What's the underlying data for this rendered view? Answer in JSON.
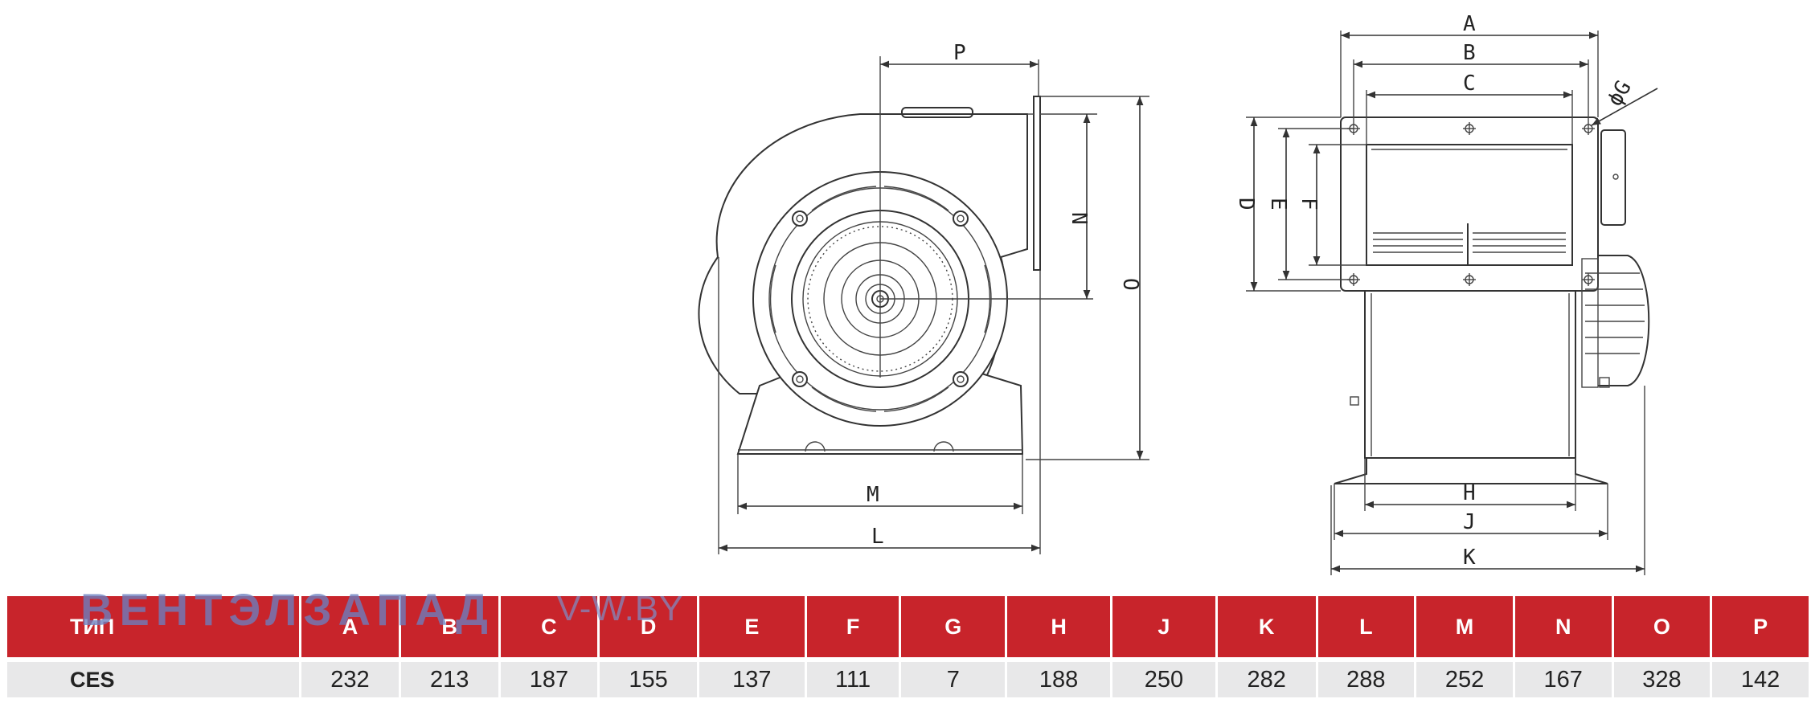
{
  "drawing_labels": {
    "front": {
      "P": "P",
      "N": "N",
      "O": "O",
      "M": "M",
      "L": "L"
    },
    "side": {
      "A": "A",
      "B": "B",
      "C": "C",
      "G": "ϕG",
      "D": "D",
      "E": "E",
      "F": "F",
      "H": "H",
      "J": "J",
      "K": "K"
    }
  },
  "watermark": {
    "name": "ВЕНТЭЛЗАПАД",
    "site": "V-W.BY"
  },
  "table": {
    "headers": [
      "ТИП",
      "A",
      "B",
      "C",
      "D",
      "E",
      "F",
      "G",
      "H",
      "J",
      "K",
      "L",
      "M",
      "N",
      "O",
      "P"
    ],
    "rows": [
      [
        "CES",
        "232",
        "213",
        "187",
        "155",
        "137",
        "111",
        "7",
        "188",
        "250",
        "282",
        "288",
        "252",
        "167",
        "328",
        "142"
      ]
    ]
  },
  "colors": {
    "header_bg": "#c8242b",
    "row_bg": "#e8e8e9",
    "watermark": "#6b7fc0"
  }
}
